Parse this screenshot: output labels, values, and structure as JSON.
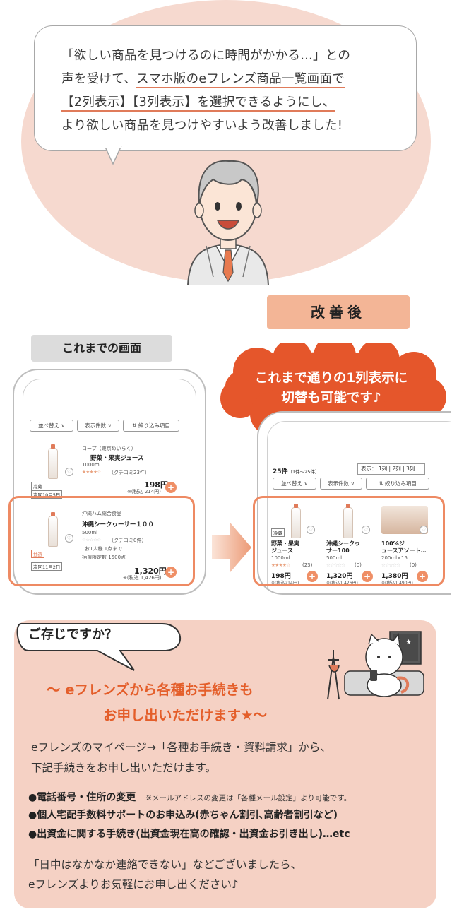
{
  "speech": {
    "line1": "「欲しい商品を見つけるのに時間がかかる…」との",
    "line2_pre": "声を受けて、",
    "line2_u": "スマホ版のeフレンズ商品一覧画面で",
    "line3_u": "【2列表示】【3列表示】を選択できるようにし、",
    "line4": "より欲しい商品を見つけやすいよう改善しました!"
  },
  "labels": {
    "before": "これまでの画面",
    "after": "改善後"
  },
  "cloud": {
    "line1": "これまで通りの1列表示に",
    "line2": "切替も可能です♪"
  },
  "phone_before": {
    "buttons": [
      "並べ替え ∨",
      "表示件数 ∨",
      "⇅ 絞り込み項目"
    ],
    "items": [
      {
        "maker": "コープ（東京めいらく）",
        "name": "野菜・果実ジュース",
        "volume": "1000ml",
        "stars": "★★★★☆",
        "review": "（クチコミ23件）",
        "tag": "冷蔵",
        "delivery": "次回10月5日",
        "price": "198円",
        "tax": "※(税込 214円)"
      },
      {
        "maker": "沖縄ハム総合食品",
        "name": "沖縄シークヮーサー１００",
        "volume": "500ml",
        "stars": "☆☆☆☆☆",
        "review": "（クチコミ0件）",
        "limit1": "お1人様 1点まで",
        "limit2": "抽選限定数 1500点",
        "tag": "抽選",
        "delivery": "次回11月2日",
        "price": "1,320円",
        "tax": "※(税込 1,426円)"
      }
    ]
  },
  "phone_after": {
    "count": "25件",
    "range": "（1件～25件）",
    "view_label": "表示：",
    "view_options": [
      "1列",
      "2列",
      "3列"
    ],
    "buttons": [
      "並べ替え ∨",
      "表示件数 ∨",
      "⇅ 絞り込み項目"
    ],
    "items": [
      {
        "tag": "冷蔵",
        "name1": "野菜・果実",
        "name2": "ジュース",
        "volume": "1000ml",
        "review": "(23)",
        "price": "198円",
        "tax": "※(税込214円)"
      },
      {
        "name1": "沖縄シークヮ",
        "name2": "サー100",
        "volume": "500ml",
        "review": "(0)",
        "price": "1,320円",
        "tax": "※(税込1,426円)"
      },
      {
        "name1": "100%ジ",
        "name2": "ュースアソート…",
        "volume": "200ml×15",
        "review": "(0)",
        "price": "1,380円",
        "tax": "※(税込1,490円)"
      }
    ]
  },
  "info": {
    "title": "ご存じですか？",
    "heading1": "〜 eフレンズから各種お手続きも",
    "heading2": "お申し出いただけます★〜",
    "para1": "eフレンズのマイページ→「各種お手続き・資料請求」から、",
    "para2": "下記手続きをお申し出いただけます。",
    "bullets": [
      {
        "bold": "●電話番号・住所の変更",
        "note": "※メールアドレスの変更は「各種メール設定」より可能です。"
      },
      {
        "bold": "●個人宅配手数料サポートのお申込み(赤ちゃん割引､高齢者割引など)",
        "note": ""
      },
      {
        "bold": "●出資金に関する手続き(出資金現在高の確認・出資金お引き出し)…etc",
        "note": ""
      }
    ],
    "closing1": "「日中はなかなか連絡できない」などございましたら、",
    "closing2": "eフレンズよりお気軽にお申し出ください♪"
  },
  "colors": {
    "accent": "#e45e2a",
    "peach": "#f5d1c4",
    "button": "#ef8f66"
  }
}
